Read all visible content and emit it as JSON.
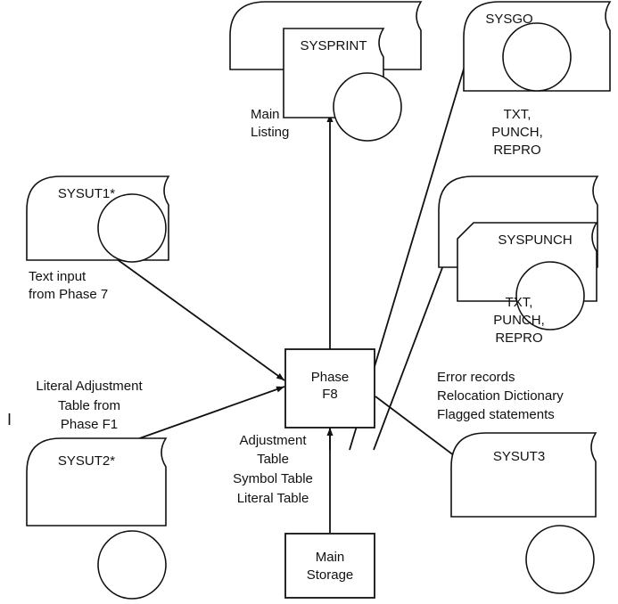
{
  "phase_box": {
    "line1": "Phase",
    "line2": "F8"
  },
  "main_storage": {
    "line1": "Main",
    "line2": "Storage"
  },
  "datasets": {
    "sysprint": "SYSPRINT",
    "sysgo": "SYSGO",
    "syspunch": "SYSPUNCH",
    "sysut1": "SYSUT1*",
    "sysut2": "SYSUT2*",
    "sysut3": "SYSUT3"
  },
  "labels": {
    "main_listing": [
      "Main",
      "Listing"
    ],
    "sysgo_output": [
      "TXT,",
      "PUNCH,",
      "REPRO"
    ],
    "syspunch_output": [
      "TXT,",
      "PUNCH,",
      "REPRO"
    ],
    "text_input": [
      "Text input",
      "from Phase 7"
    ],
    "literal_adjustment": [
      "Literal Adjustment",
      "Table from",
      "Phase F1"
    ],
    "main_storage_tables": [
      "Adjustment",
      "Table",
      "Symbol Table",
      "Literal Table"
    ],
    "sysut3_output": [
      "Error records",
      "Relocation Dictionary",
      "Flagged statements"
    ],
    "margin_mark": "I"
  }
}
